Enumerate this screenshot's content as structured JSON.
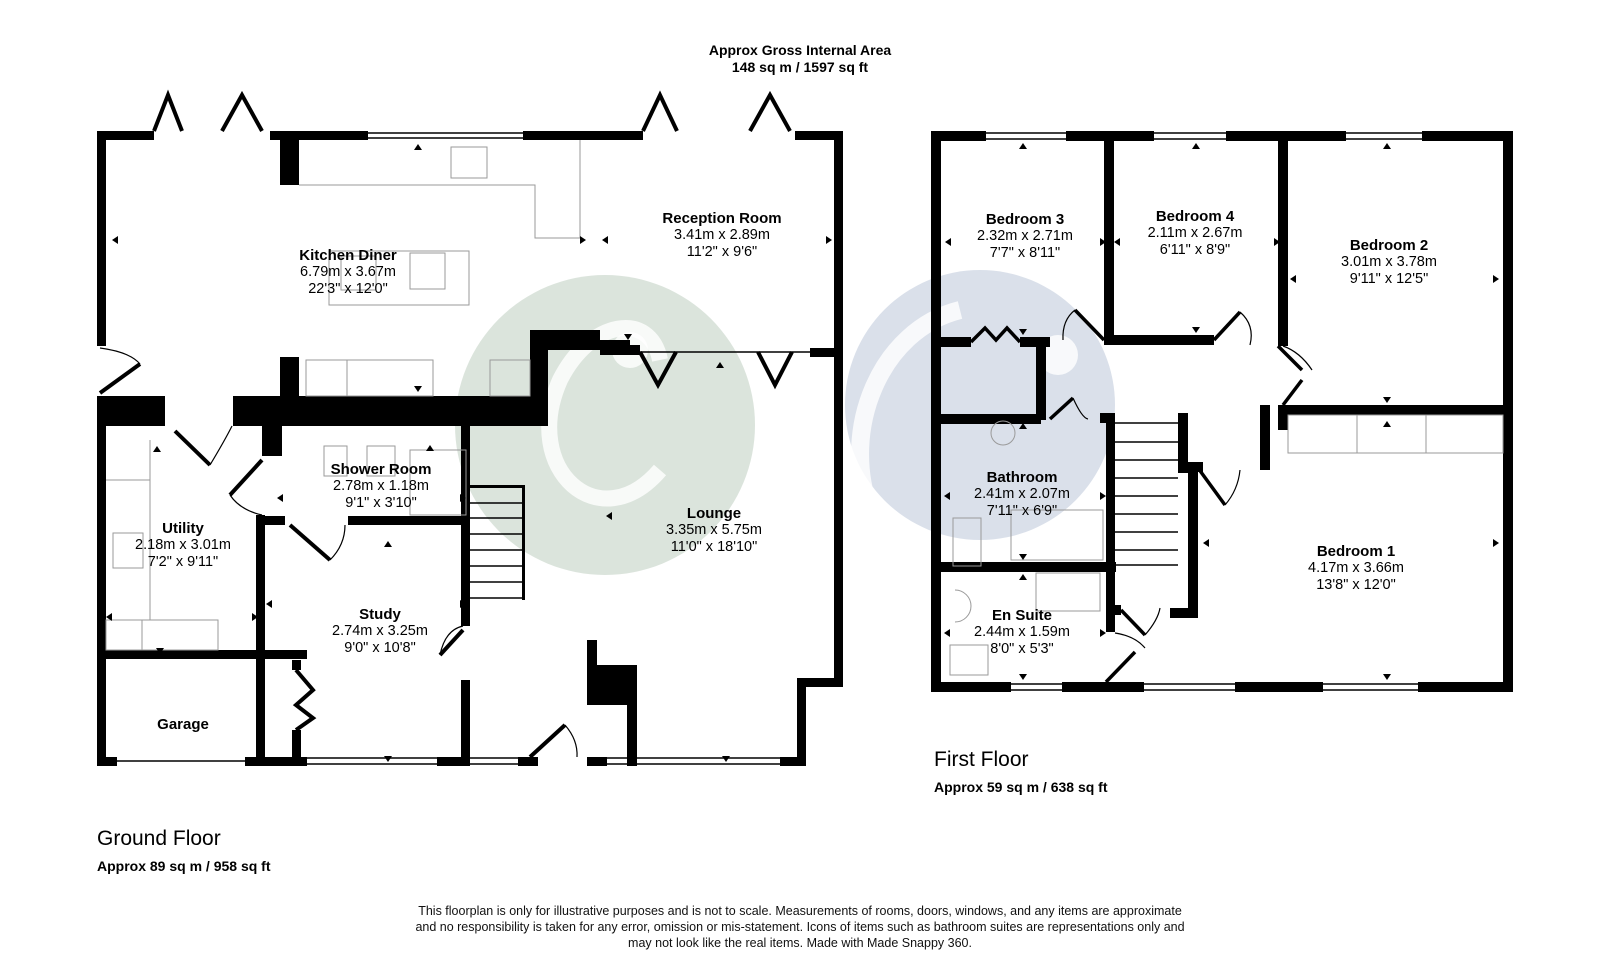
{
  "header": {
    "gia_title": "Approx Gross Internal Area",
    "gia_value": "148 sq m / 1597 sq ft"
  },
  "ground_floor": {
    "title": "Ground Floor",
    "area": "Approx 89 sq m / 958 sq ft",
    "rooms": {
      "kitchen_diner": {
        "name": "Kitchen Diner",
        "metric": "6.79m x 3.67m",
        "imperial": "22'3\" x 12'0\""
      },
      "reception_room": {
        "name": "Reception Room",
        "metric": "3.41m x 2.89m",
        "imperial": "11'2\" x 9'6\""
      },
      "shower_room": {
        "name": "Shower Room",
        "metric": "2.78m x 1.18m",
        "imperial": "9'1\" x 3'10\""
      },
      "utility": {
        "name": "Utility",
        "metric": "2.18m x 3.01m",
        "imperial": "7'2\" x 9'11\""
      },
      "study": {
        "name": "Study",
        "metric": "2.74m x 3.25m",
        "imperial": "9'0\" x 10'8\""
      },
      "lounge": {
        "name": "Lounge",
        "metric": "3.35m x 5.75m",
        "imperial": "11'0\" x 18'10\""
      },
      "garage": {
        "name": "Garage"
      }
    }
  },
  "first_floor": {
    "title": "First Floor",
    "area": "Approx 59 sq m / 638 sq ft",
    "rooms": {
      "bedroom_3": {
        "name": "Bedroom 3",
        "metric": "2.32m x 2.71m",
        "imperial": "7'7\" x 8'11\""
      },
      "bedroom_4": {
        "name": "Bedroom 4",
        "metric": "2.11m x 2.67m",
        "imperial": "6'11\" x 8'9\""
      },
      "bedroom_2": {
        "name": "Bedroom 2",
        "metric": "3.01m x 3.78m",
        "imperial": "9'11\" x 12'5\""
      },
      "bathroom": {
        "name": "Bathroom",
        "metric": "2.41m x 2.07m",
        "imperial": "7'11\" x 6'9\""
      },
      "en_suite": {
        "name": "En Suite",
        "metric": "2.44m x 1.59m",
        "imperial": "8'0\" x 5'3\""
      },
      "bedroom_1": {
        "name": "Bedroom 1",
        "metric": "4.17m x 3.66m",
        "imperial": "13'8\" x 12'0\""
      }
    }
  },
  "disclaimer": {
    "line1": "This floorplan is only for illustrative purposes and is not to scale. Measurements of rooms, doors, windows, and any items are approximate",
    "line2": "and no responsibility is taken for any error, omission or mis-statement. Icons of items such as bathroom suites are representations only and",
    "line3": "may not look like the real items. Made with Made Snappy 360."
  },
  "colors": {
    "wall": "#000000",
    "fixture_line": "#9a9a9a",
    "watermark_green": "#d5dfd6",
    "watermark_blue": "#d3dae6"
  },
  "icons": {
    "watermark": "c-logo-watermark",
    "measure_arrow": "triangle-marker"
  }
}
